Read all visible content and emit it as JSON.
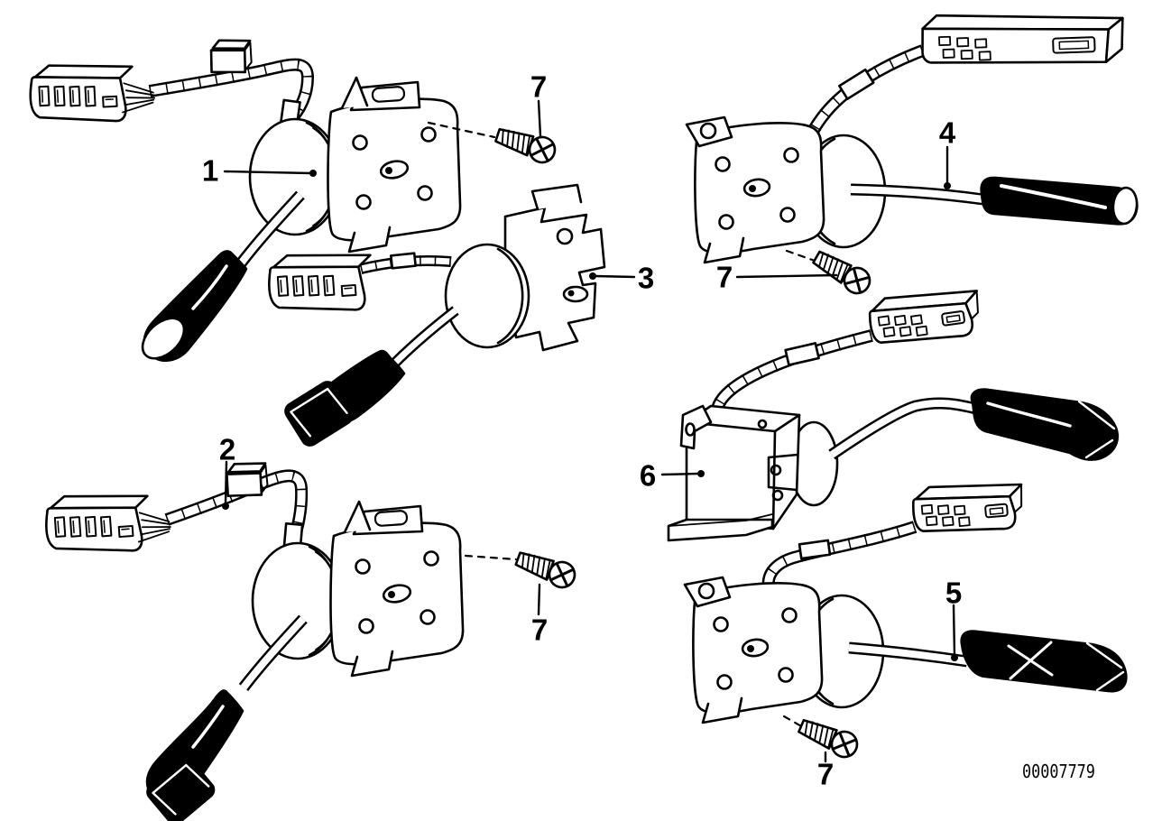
{
  "diagram": {
    "image_number": "00007779",
    "callouts": [
      {
        "label": "1"
      },
      {
        "label": "7"
      },
      {
        "label": "3"
      },
      {
        "label": "7"
      },
      {
        "label": "4"
      },
      {
        "label": "2"
      },
      {
        "label": "6"
      },
      {
        "label": "5"
      },
      {
        "label": "7"
      },
      {
        "label": "7"
      }
    ]
  }
}
